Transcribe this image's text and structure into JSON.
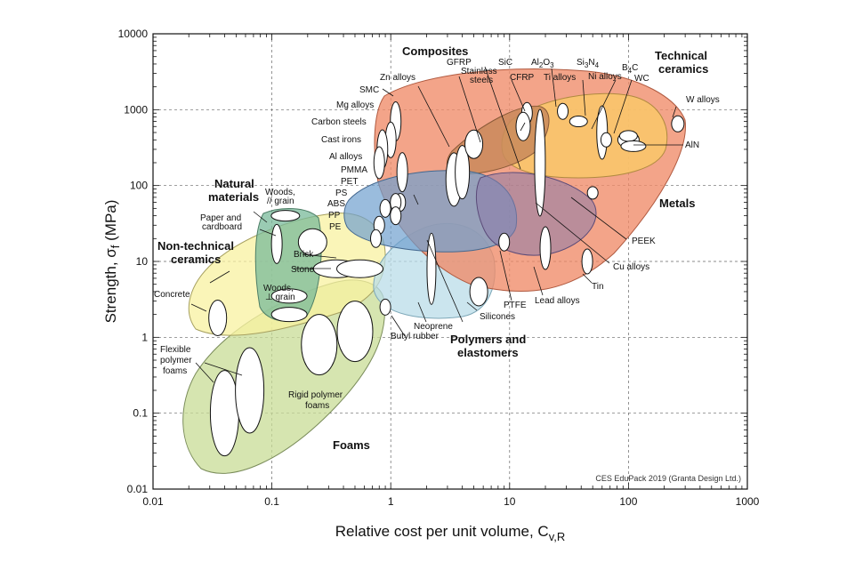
{
  "chart_data": {
    "type": "scatter",
    "xlabel": "Relative cost per unit volume, C",
    "xlabel_sub": "v,R",
    "ylabel": "Strength, σ",
    "ylabel_sub": "f",
    "ylabel_unit": "(MPa)",
    "xscale": "log",
    "yscale": "log",
    "xlim": [
      0.01,
      1000
    ],
    "ylim": [
      0.01,
      10000
    ],
    "grid": true,
    "grid_style": "dashed",
    "xticks": [
      "0.01",
      "0.1",
      "1",
      "10",
      "100",
      "1000"
    ],
    "yticks": [
      "0.01",
      "0.1",
      "1",
      "10",
      "100",
      "1000",
      "10000"
    ],
    "credit": "CES EduPack 2019 (Granta Design Ltd.)",
    "families": [
      {
        "name": "Metals",
        "color": "#f08a68"
      },
      {
        "name": "Technical ceramics",
        "color": "#f9c86a"
      },
      {
        "name": "Composites",
        "color": "#c98a5c"
      },
      {
        "name": "Polymers and elastomers",
        "color": "#6f9fcf"
      },
      {
        "name": "Natural materials",
        "color": "#78b99a"
      },
      {
        "name": "Non-technical ceramics",
        "color": "#f8f2a0"
      },
      {
        "name": "Foams",
        "color": "#c8dc95"
      },
      {
        "name": "Elastomers",
        "color": "#b9dce8"
      }
    ],
    "materials": [
      {
        "name": "Concrete",
        "x": 0.035,
        "y": 1.8
      },
      {
        "name": "Flexible polymer foams",
        "x": 0.04,
        "y": 0.1
      },
      {
        "name": "Flexible polymer foams",
        "x": 0.065,
        "y": 0.2
      },
      {
        "name": "Woods, // grain",
        "x": 0.13,
        "y": 40
      },
      {
        "name": "Paper and cardboard",
        "x": 0.11,
        "y": 17
      },
      {
        "name": "Woods, ⊥ grain",
        "x": 0.14,
        "y": 3.5
      },
      {
        "name": "Woods, ⊥ grain",
        "x": 0.14,
        "y": 2
      },
      {
        "name": "Brick",
        "x": 0.22,
        "y": 18
      },
      {
        "name": "Stone",
        "x": 0.35,
        "y": 8
      },
      {
        "name": "Stone",
        "x": 0.55,
        "y": 8
      },
      {
        "name": "Rigid polymer foams",
        "x": 0.25,
        "y": 0.8
      },
      {
        "name": "Rigid polymer foams",
        "x": 0.5,
        "y": 1.2
      },
      {
        "name": "Zn alloys",
        "x": 3.4,
        "y": 120
      },
      {
        "name": "SMC",
        "x": 1.1,
        "y": 700
      },
      {
        "name": "Mg alloys",
        "x": 1,
        "y": 400
      },
      {
        "name": "Carbon steels",
        "x": 0.85,
        "y": 300
      },
      {
        "name": "Cast irons",
        "x": 0.8,
        "y": 200
      },
      {
        "name": "Al alloys",
        "x": 1.25,
        "y": 150
      },
      {
        "name": "PMMA",
        "x": 1.2,
        "y": 60
      },
      {
        "name": "PET",
        "x": 1.1,
        "y": 60
      },
      {
        "name": "PS",
        "x": 0.9,
        "y": 50
      },
      {
        "name": "ABS",
        "x": 1.1,
        "y": 40
      },
      {
        "name": "PP",
        "x": 0.8,
        "y": 30
      },
      {
        "name": "PE",
        "x": 0.75,
        "y": 20
      },
      {
        "name": "GFRP",
        "x": 4,
        "y": 150
      },
      {
        "name": "Stainless steels",
        "x": 5,
        "y": 350
      },
      {
        "name": "SiC",
        "x": 14,
        "y": 900
      },
      {
        "name": "CFRP",
        "x": 13,
        "y": 600
      },
      {
        "name": "Al2O3",
        "x": 28,
        "y": 950
      },
      {
        "name": "Ti alloys",
        "x": 38,
        "y": 700
      },
      {
        "name": "Si3N4",
        "x": 60,
        "y": 500
      },
      {
        "name": "Ni alloys",
        "x": 65,
        "y": 400
      },
      {
        "name": "B4C",
        "x": 100,
        "y": 400
      },
      {
        "name": "WC",
        "x": 100,
        "y": 450
      },
      {
        "name": "W alloys",
        "x": 260,
        "y": 650
      },
      {
        "name": "AlN",
        "x": 110,
        "y": 330
      },
      {
        "name": "PEEK",
        "x": 50,
        "y": 80
      },
      {
        "name": "Cu alloys",
        "x": 18,
        "y": 200
      },
      {
        "name": "Tin",
        "x": 45,
        "y": 10
      },
      {
        "name": "Lead alloys",
        "x": 20,
        "y": 15
      },
      {
        "name": "PTFE",
        "x": 9,
        "y": 18
      },
      {
        "name": "Silicones",
        "x": 5.5,
        "y": 4
      },
      {
        "name": "Neoprene",
        "x": 2.2,
        "y": 8
      },
      {
        "name": "Butyl rubber",
        "x": 0.9,
        "y": 2.5
      }
    ]
  },
  "labels": {
    "natural_materials_1": "Natural",
    "natural_materials_2": "materials",
    "non_tech_ceramics_1": "Non-technical",
    "non_tech_ceramics_2": "ceramics",
    "composites": "Composites",
    "tech_ceramics_1": "Technical",
    "tech_ceramics_2": "ceramics",
    "metals": "Metals",
    "polymers_1": "Polymers and",
    "polymers_2": "elastomers",
    "foams": "Foams",
    "woods_par_1": "Woods,",
    "woods_par_2": "// grain",
    "paper_1": "Paper and",
    "paper_2": "cardboard",
    "brick": "Brick",
    "stone": "Stone",
    "woods_perp_1": "Woods,",
    "woods_perp_2": "⊥ grain",
    "concrete": "Concrete",
    "flex_foams_1": "Flexible",
    "flex_foams_2": "polymer",
    "flex_foams_3": "foams",
    "rigid_foams_1": "Rigid polymer",
    "rigid_foams_2": "foams",
    "zn": "Zn alloys",
    "smc": "SMC",
    "mg": "Mg alloys",
    "carbon_steels": "Carbon steels",
    "cast_irons": "Cast irons",
    "al_alloys": "Al alloys",
    "pmma": "PMMA",
    "pet": "PET",
    "ps": "PS",
    "abs": "ABS",
    "pp": "PP",
    "pe": "PE",
    "gfrp": "GFRP",
    "stainless_1": "Stainless",
    "stainless_2": "steels",
    "sic": "SiC",
    "cfrp": "CFRP",
    "al2o3_a": "Al",
    "al2o3_b": "2",
    "al2o3_c": "O",
    "al2o3_d": "3",
    "ti": "Ti alloys",
    "si3n4_a": "Si",
    "si3n4_b": "3",
    "si3n4_c": "N",
    "si3n4_d": "4",
    "ni": "Ni alloys",
    "b4c_a": "B",
    "b4c_b": "4",
    "b4c_c": "C",
    "wc": "WC",
    "w_alloys": "W alloys",
    "aln": "AlN",
    "peek": "PEEK",
    "cu": "Cu alloys",
    "tin": "Tin",
    "lead": "Lead alloys",
    "ptfe": "PTFE",
    "silicones": "Silicones",
    "neoprene": "Neoprene",
    "butyl": "Butyl rubber"
  }
}
